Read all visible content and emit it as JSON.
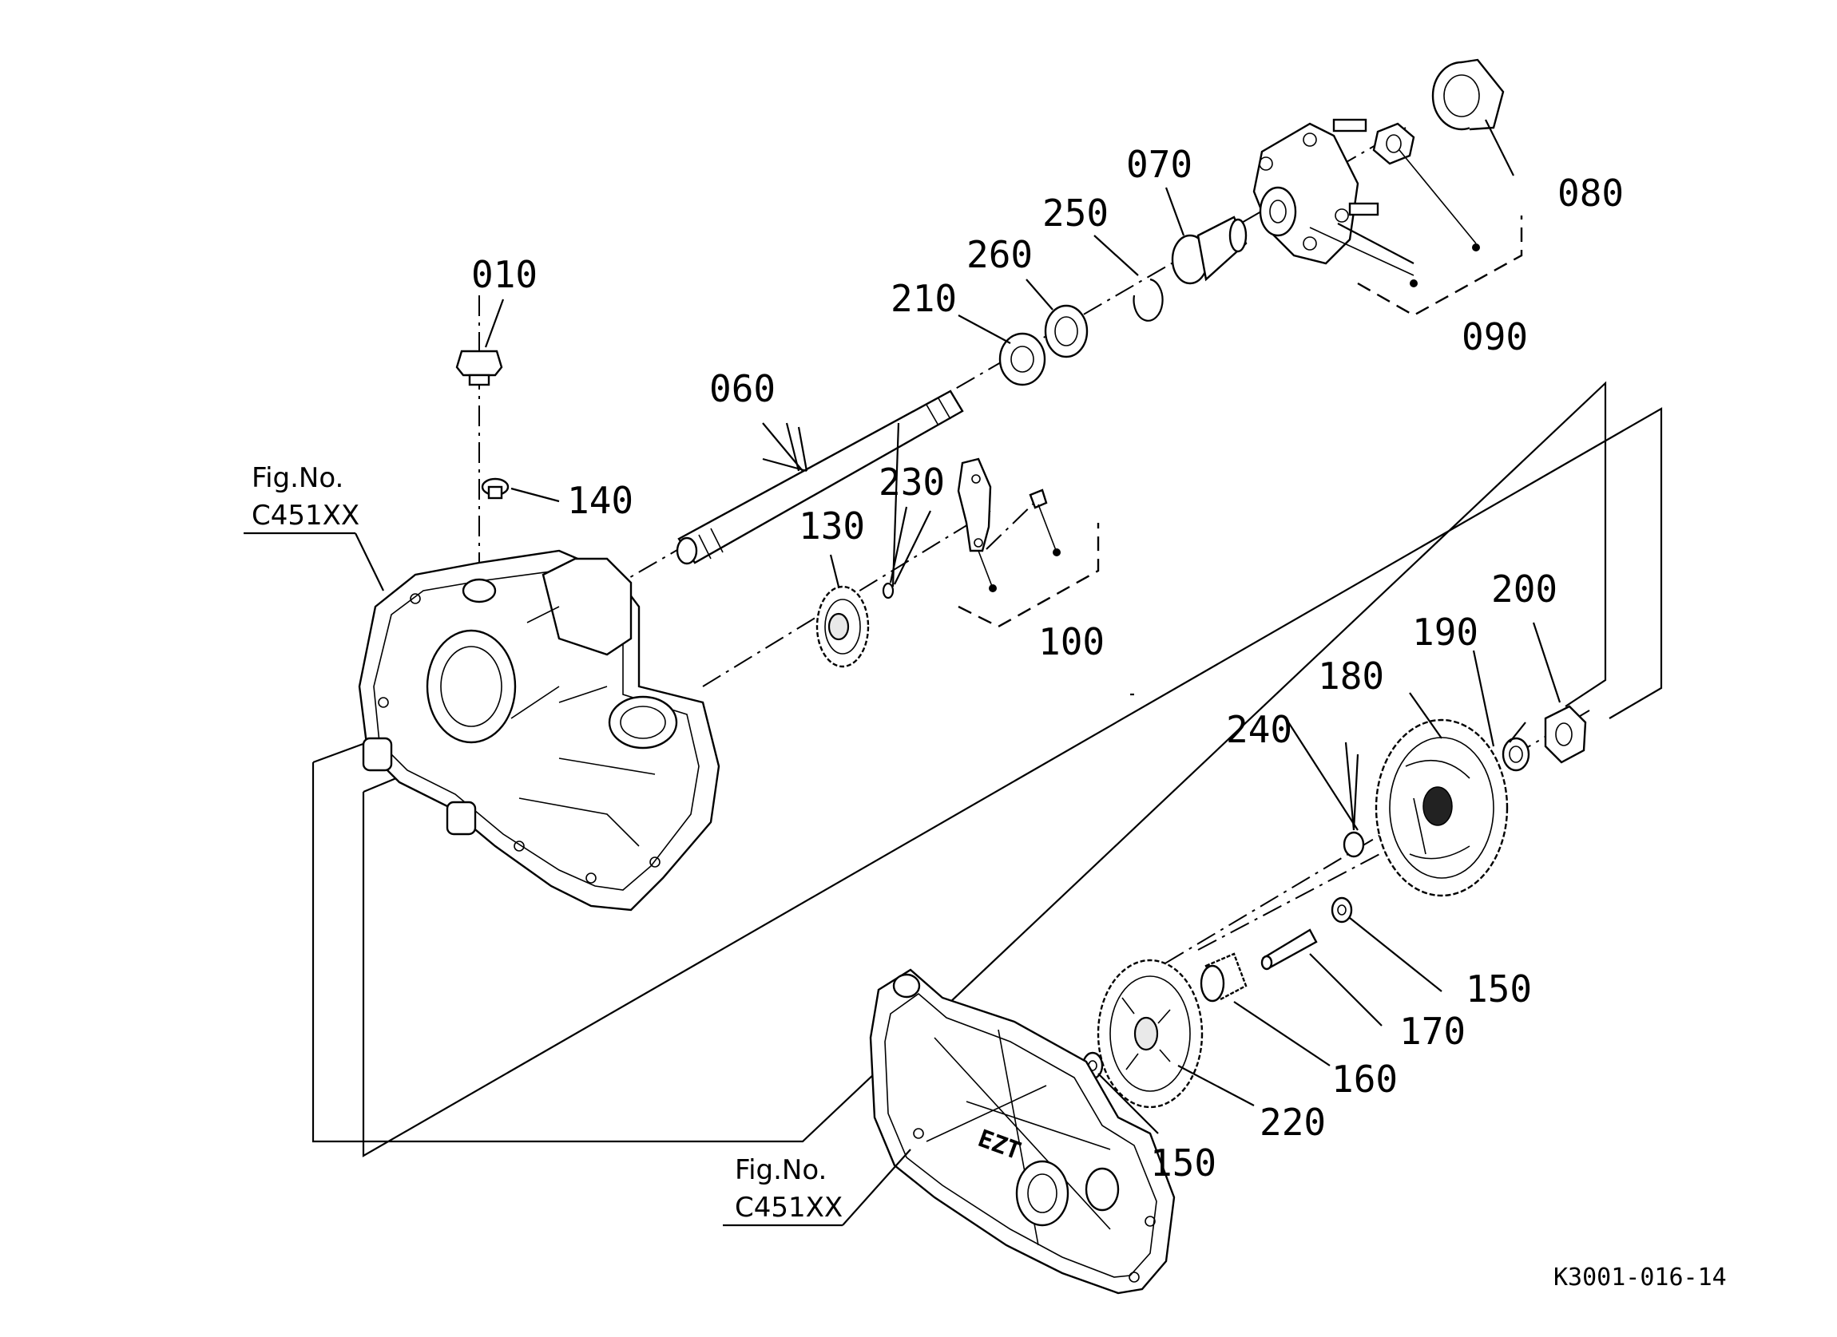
{
  "labels": {
    "l010": "010",
    "l060": "060",
    "l070": "070",
    "l080": "080",
    "l090": "090",
    "l100": "100",
    "l130": "130",
    "l140": "140",
    "l150a": "150",
    "l150b": "150",
    "l160": "160",
    "l170": "170",
    "l180": "180",
    "l190": "190",
    "l200": "200",
    "l210": "210",
    "l220": "220",
    "l230": "230",
    "l240": "240",
    "l250": "250",
    "l260": "260"
  },
  "figure_refs": {
    "top_label": "Fig.No.",
    "top_code": "C451XX",
    "bottom_label": "Fig.No.",
    "bottom_code": "C451XX"
  },
  "diagram_code": "K3001-016-14",
  "cover_mark": "EZT"
}
